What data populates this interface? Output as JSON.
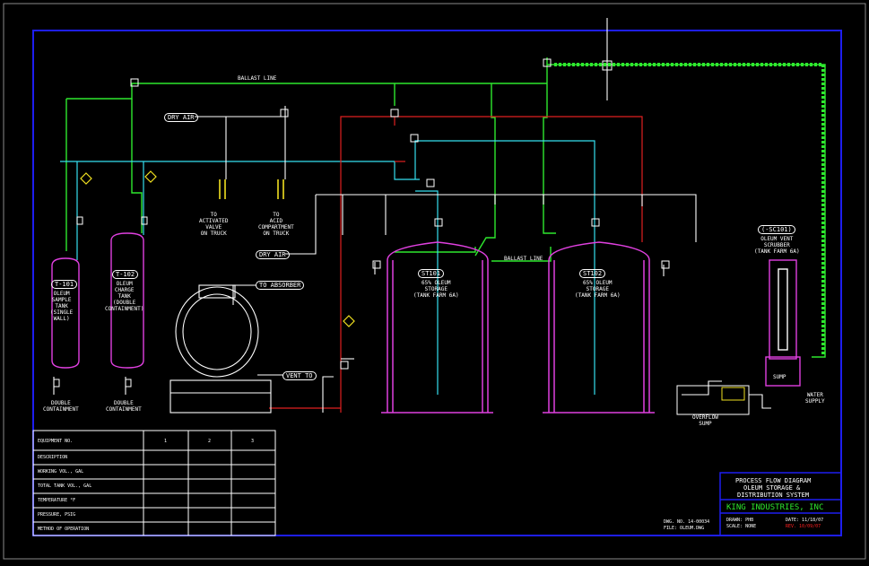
{
  "colors": {
    "background": "#000000",
    "border": "#1e1ef0",
    "ballast": "#2ee82e",
    "vent": "#35e0f0",
    "oleum": "#e02020",
    "vessel": "#e040e0",
    "utility": "#ffffff",
    "instrument": "#f0e020",
    "title_accent": "#2ee82e",
    "rev_text": "#ff2020"
  },
  "labels": {
    "ballast_line_top": "BALLAST LINE",
    "ballast_line_mid": "BALLAST LINE",
    "dry_air_tag": "DRY AIR",
    "dry_air_tag2": "DRY AIR",
    "to_absorber_tag": "TO ABSORBER",
    "vent_to_tag": "VENT TO",
    "to_activated": "TO\nACTIVATED\nVALVE\nON TRUCK",
    "to_acid": "TO\nACID\nCOMPARTMENT\nON TRUCK",
    "double_cont_1": "DOUBLE\nCONTAINMENT",
    "double_cont_2": "DOUBLE\nCONTAINMENT",
    "overflow_sump": "OVERFLOW\nSUMP",
    "water_supply": "WATER\nSUPPLY",
    "sump": "SUMP"
  },
  "equipment": {
    "t101": {
      "tag": "T-101",
      "desc": "OLEUM\nSAMPLE\nTANK\n(SINGLE\nWALL)"
    },
    "t102": {
      "tag": "T-102",
      "desc": "OLEUM\nCHARGE\nTANK\n(DOUBLE\nCONTAINMENT)"
    },
    "st101": {
      "tag": "ST101",
      "desc": "65% OLEUM\nSTORAGE\n(TANK FARM 6A)"
    },
    "st102": {
      "tag": "ST102",
      "desc": "65% OLEUM\nSTORAGE\n(TANK FARM 6A)"
    },
    "sc101": {
      "tag": "(-SC101)",
      "desc": "OLEUM VENT\nSCRUBBER\n(TANK FARM 6A)"
    }
  },
  "table": {
    "header": [
      "EQUIPMENT NO.",
      "1",
      "2",
      "3"
    ],
    "rows": [
      [
        "DESCRIPTION",
        "",
        "",
        ""
      ],
      [
        "WORKING VOL., GAL",
        "",
        "",
        ""
      ],
      [
        "TOTAL TANK VOL., GAL",
        "",
        "",
        ""
      ],
      [
        "TEMPERATURE °F",
        "",
        "",
        ""
      ],
      [
        "PRESSURE, PSIG",
        "",
        "",
        ""
      ],
      [
        "",
        "",
        "",
        ""
      ],
      [
        "METHOD OF OPERATION",
        "",
        "",
        ""
      ]
    ]
  },
  "title_block": {
    "title_lines": [
      "PROCESS FLOW DIAGRAM",
      "OLEUM STORAGE &",
      "DISTRIBUTION SYSTEM"
    ],
    "company": "KING INDUSTRIES, INC",
    "drawn_by": "DRAWN: PHB",
    "scale": "SCALE: NONE",
    "date": "DATE: 11/18/07",
    "rev": "REV. 10/09/07",
    "dwg_no": "DWG. NO. 14-00034",
    "file_name": "FILE: OLEUM.DWG"
  }
}
